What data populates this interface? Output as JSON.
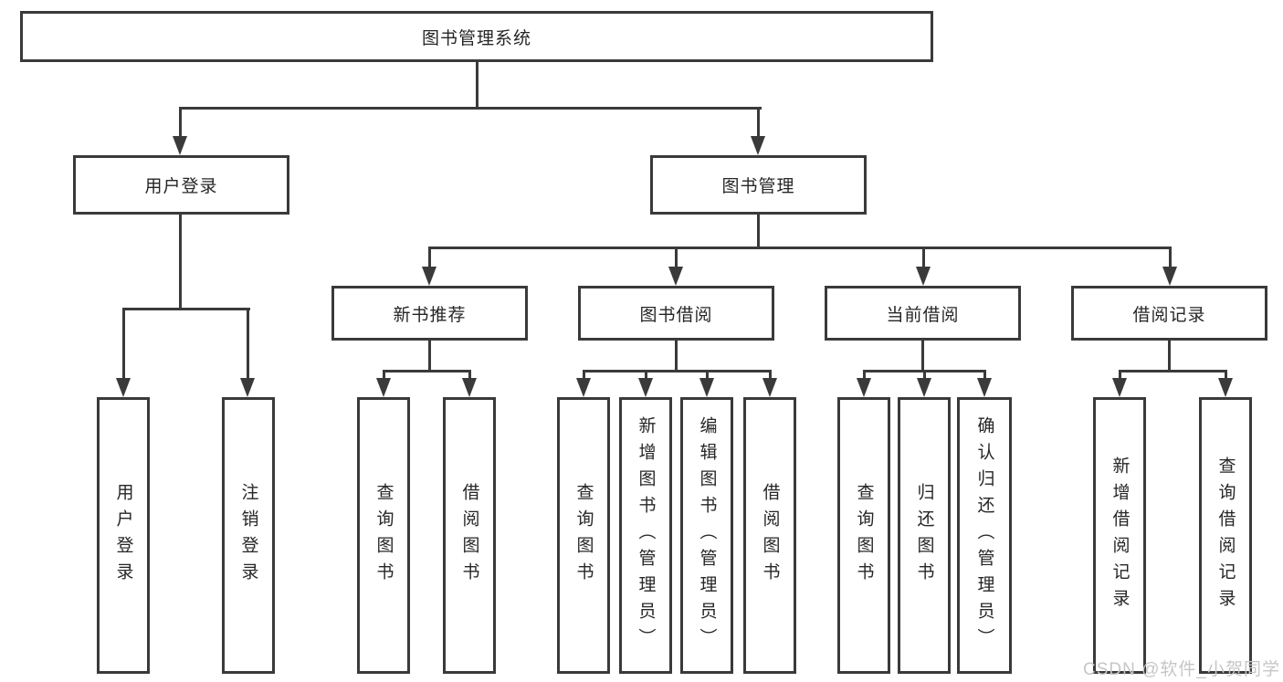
{
  "colors": {
    "line": "#3a3a3a",
    "text": "#262626",
    "watermark": "#c6c6c6",
    "background": "#ffffff"
  },
  "watermark": "CSDN @软件_小贺同学",
  "root": {
    "label": "图书管理系统"
  },
  "user_login": {
    "label": "用户登录",
    "children": [
      {
        "label": "用户登录"
      },
      {
        "label": "注销登录"
      }
    ]
  },
  "book_mgmt": {
    "label": "图书管理",
    "sections": [
      {
        "label": "新书推荐",
        "children": [
          {
            "label": "查询图书"
          },
          {
            "label": "借阅图书"
          }
        ]
      },
      {
        "label": "图书借阅",
        "children": [
          {
            "label": "查询图书"
          },
          {
            "label": "新增图书（管理员）"
          },
          {
            "label": "编辑图书（管理员）"
          },
          {
            "label": "借阅图书"
          }
        ]
      },
      {
        "label": "当前借阅",
        "children": [
          {
            "label": "查询图书"
          },
          {
            "label": "归还图书"
          },
          {
            "label": "确认归还（管理员）"
          }
        ]
      },
      {
        "label": "借阅记录",
        "children": [
          {
            "label": "新增借阅记录"
          },
          {
            "label": "查询借阅记录"
          }
        ]
      }
    ]
  }
}
